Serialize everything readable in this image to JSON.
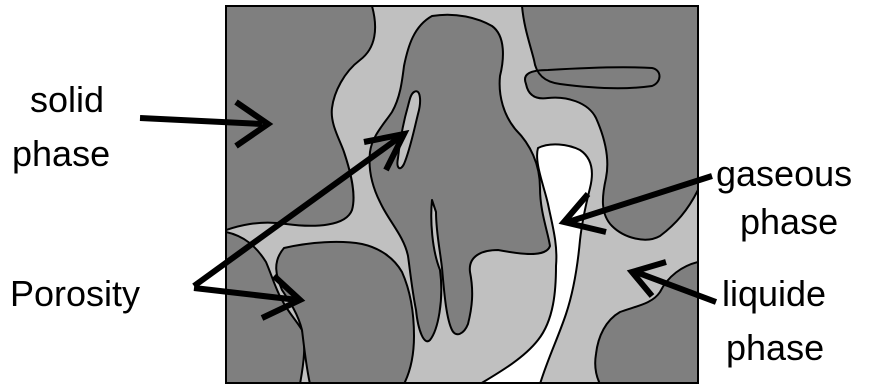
{
  "labels": {
    "solid": [
      "solid",
      "phase"
    ],
    "porosity": "Porosity",
    "gaseous": [
      "gaseous",
      "phase"
    ],
    "liquid": [
      "liquide",
      "phase"
    ]
  },
  "colors": {
    "solid": "#7f7f7f",
    "liquid": "#c0c0c0",
    "gas": "#ffffff",
    "outline": "#000000",
    "arrow": "#000000"
  }
}
